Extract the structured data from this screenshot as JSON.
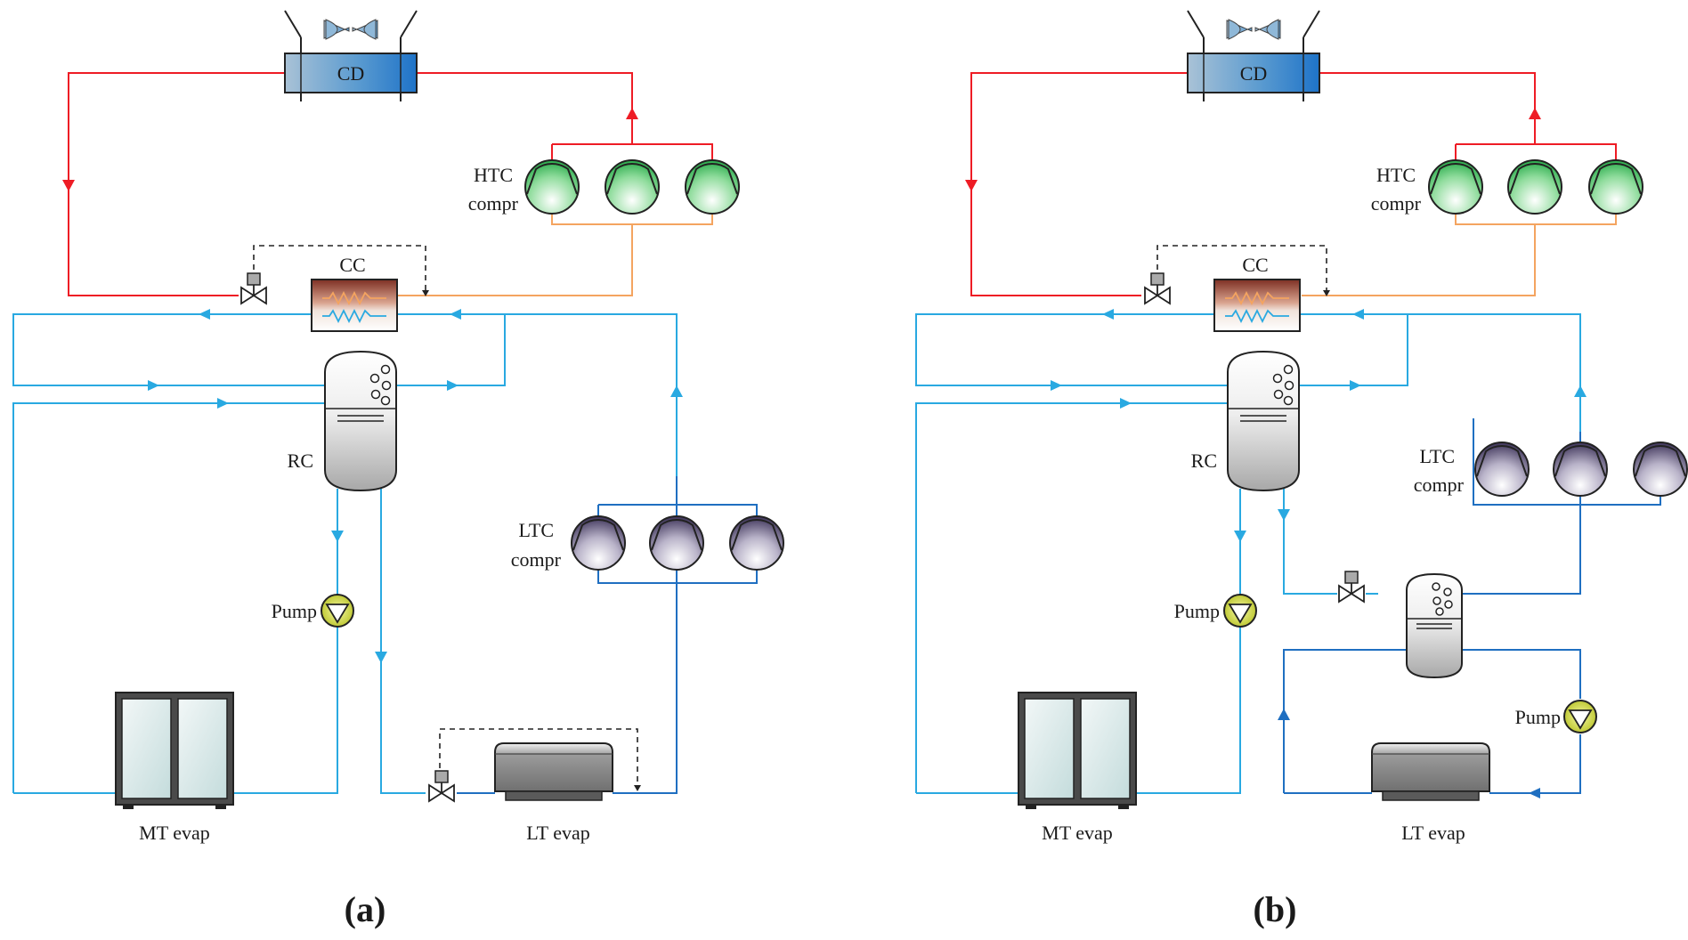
{
  "colors": {
    "high_temp_line": "#ee1c25",
    "hot_gas_line": "#f4a460",
    "mt_co2_line": "#29a9e1",
    "lt_co2_line": "#1f6fc1",
    "control_line": "#222222",
    "condenser_fill": "#4a96d4",
    "htc_compressor_fill": "#2fb24b",
    "ltc_compressor_fill": "#4a3f6b",
    "pump_fill": "#d9e021",
    "receiver_fill": "#c8c8c8"
  },
  "icons": [
    "fan-icon",
    "condenser-icon",
    "compressor-icon",
    "expansion-valve-icon",
    "cascade-condenser-icon",
    "receiver-icon",
    "pump-icon",
    "display-cabinet-icon",
    "lt-evaporator-icon",
    "flow-arrow-icon"
  ],
  "panel_a": {
    "caption": "(a)",
    "condenser_label": "CD",
    "htc_label_line1": "HTC",
    "htc_label_line2": "compr",
    "cascade_label": "CC",
    "receiver_label": "RC",
    "ltc_label_line1": "LTC",
    "ltc_label_line2": "compr",
    "pump_label": "Pump",
    "mt_evap_label": "MT evap",
    "lt_evap_label": "LT evap"
  },
  "panel_b": {
    "caption": "(b)",
    "condenser_label": "CD",
    "htc_label_line1": "HTC",
    "htc_label_line2": "compr",
    "cascade_label": "CC",
    "receiver_label": "RC",
    "ltc_label_line1": "LTC",
    "ltc_label_line2": "compr",
    "pump_mt_label": "Pump",
    "pump_lt_label": "Pump",
    "mt_evap_label": "MT evap",
    "lt_evap_label": "LT evap"
  }
}
